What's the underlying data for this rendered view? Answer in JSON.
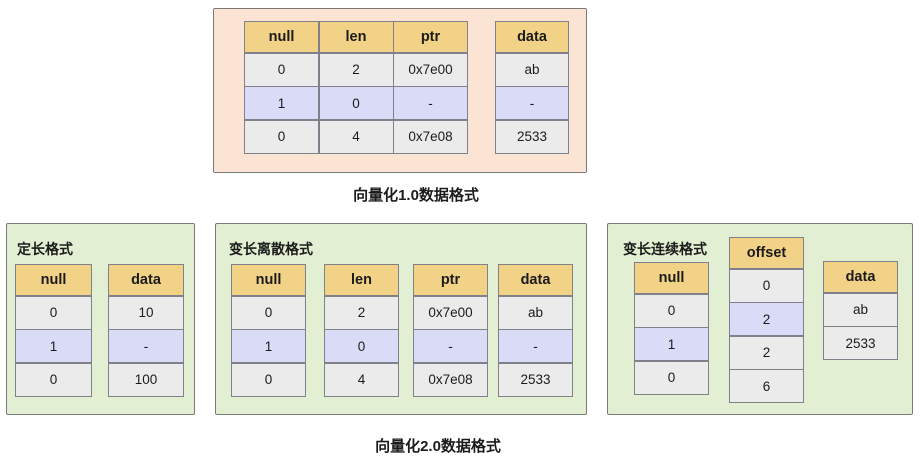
{
  "colors": {
    "header_bg": "#f2d286",
    "row_gray": "#ebebeb",
    "row_highlight": "#d9dbf7",
    "panel_v1_bg": "#fce4d4",
    "panel_v2_bg": "#e2efd2",
    "grid_line": "#80808a",
    "panel_border": "#7a7a7a",
    "text": "#1b1b1b"
  },
  "v1": {
    "caption": "向量化1.0数据格式",
    "tables": [
      {
        "headers": [
          "null",
          "len",
          "ptr"
        ],
        "rows": [
          [
            "0",
            "2",
            "0x7e00"
          ],
          [
            "1",
            "0",
            "-"
          ],
          [
            "0",
            "4",
            "0x7e08"
          ]
        ],
        "highlight": [
          1
        ]
      },
      {
        "headers": [
          "data"
        ],
        "rows": [
          [
            "ab"
          ],
          [
            "-"
          ],
          [
            "2533"
          ]
        ],
        "highlight": [
          1
        ]
      }
    ]
  },
  "v2": {
    "caption": "向量化2.0数据格式",
    "panels": [
      {
        "title": "定长格式",
        "tables": [
          {
            "headers": [
              "null"
            ],
            "rows": [
              [
                "0"
              ],
              [
                "1"
              ],
              [
                "0"
              ]
            ],
            "highlight": [
              1
            ]
          },
          {
            "headers": [
              "data"
            ],
            "rows": [
              [
                "10"
              ],
              [
                "-"
              ],
              [
                "100"
              ]
            ],
            "highlight": [
              1
            ]
          }
        ]
      },
      {
        "title": "变长离散格式",
        "tables": [
          {
            "headers": [
              "null"
            ],
            "rows": [
              [
                "0"
              ],
              [
                "1"
              ],
              [
                "0"
              ]
            ],
            "highlight": [
              1
            ]
          },
          {
            "headers": [
              "len"
            ],
            "rows": [
              [
                "2"
              ],
              [
                "0"
              ],
              [
                "4"
              ]
            ],
            "highlight": [
              1
            ]
          },
          {
            "headers": [
              "ptr"
            ],
            "rows": [
              [
                "0x7e00"
              ],
              [
                "-"
              ],
              [
                "0x7e08"
              ]
            ],
            "highlight": [
              1
            ]
          },
          {
            "headers": [
              "data"
            ],
            "rows": [
              [
                "ab"
              ],
              [
                "-"
              ],
              [
                "2533"
              ]
            ],
            "highlight": [
              1
            ]
          }
        ]
      },
      {
        "title": "变长连续格式",
        "tables": [
          {
            "headers": [
              "null"
            ],
            "rows": [
              [
                "0"
              ],
              [
                "1"
              ],
              [
                "0"
              ]
            ],
            "highlight": [
              1
            ]
          },
          {
            "headers": [
              "offset"
            ],
            "rows": [
              [
                "0"
              ],
              [
                "2"
              ],
              [
                "2"
              ],
              [
                "6"
              ]
            ],
            "highlight": [
              1
            ]
          },
          {
            "headers": [
              "data"
            ],
            "rows": [
              [
                "ab"
              ],
              [
                "2533"
              ]
            ],
            "highlight": []
          }
        ]
      }
    ]
  }
}
